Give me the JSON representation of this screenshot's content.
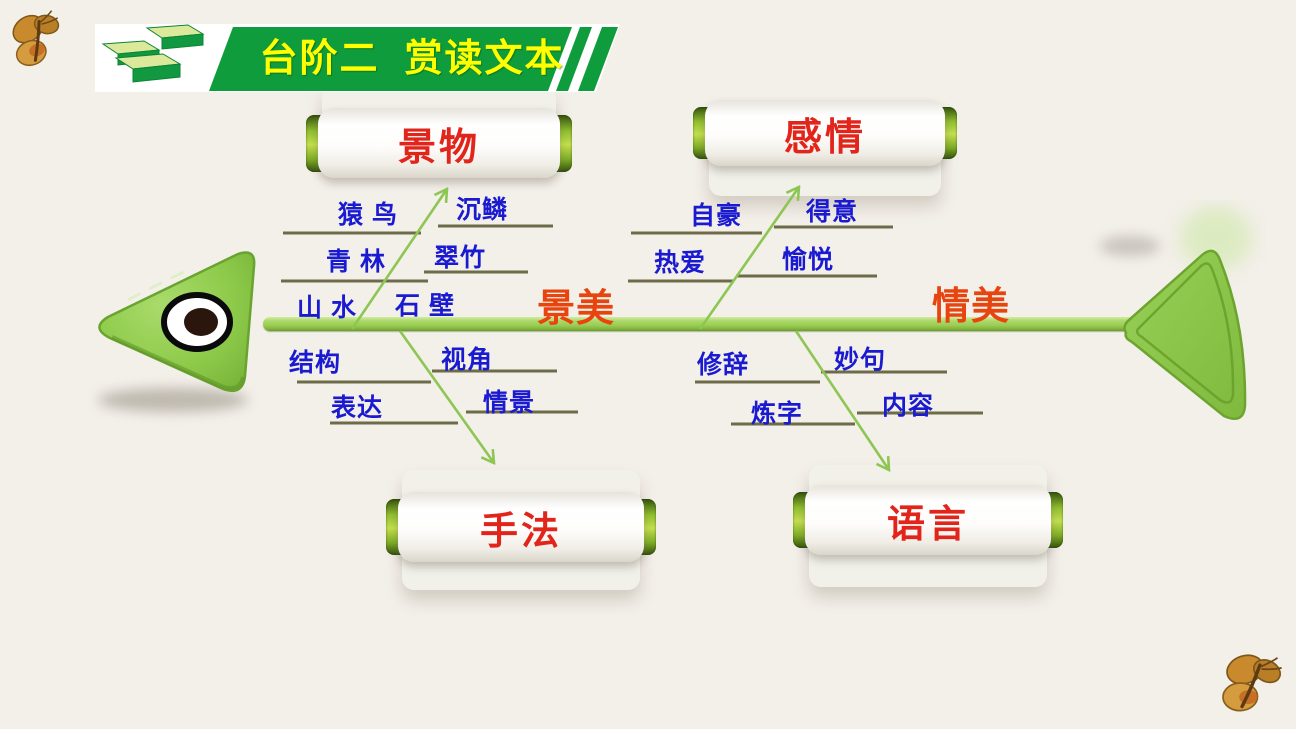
{
  "banner": {
    "title": "台阶二  赏读文本",
    "bg_color": "#0F9C3C",
    "text_color": "#FFFF00",
    "icon": "steps-icon"
  },
  "fishbone": {
    "spine_left_label": "景美",
    "spine_right_label": "情美",
    "spine_label_color": "#E8440E",
    "bone_color": "#8DC653",
    "rib_color": "#6E6C48",
    "item_color": "#1A1AD0",
    "branch_title_color": "#E1251B",
    "fish_color": "#8CC849",
    "branches": {
      "scenery": {
        "title": "景物",
        "left_items": [
          "猿 鸟",
          "青 林",
          "山 水"
        ],
        "right_items": [
          "沉鳞",
          "翠竹",
          "石 壁"
        ]
      },
      "emotion": {
        "title": "感情",
        "left_items": [
          "自豪",
          "热爱"
        ],
        "right_items": [
          "得意",
          "愉悦"
        ]
      },
      "technique": {
        "title": "手法",
        "left_items": [
          "结构",
          "表达"
        ],
        "right_items": [
          "视角",
          "情景"
        ]
      },
      "language": {
        "title": "语言",
        "left_items": [
          "修辞",
          "炼字"
        ],
        "right_items": [
          "妙句",
          "内容"
        ]
      }
    }
  },
  "decorations": {
    "top_left": "butterfly-icon",
    "bottom_right": "butterfly-icon"
  },
  "colors": {
    "background": "#F3EFE9",
    "banner_green": "#0F9C3C",
    "spine_green": "#9BCD54"
  }
}
